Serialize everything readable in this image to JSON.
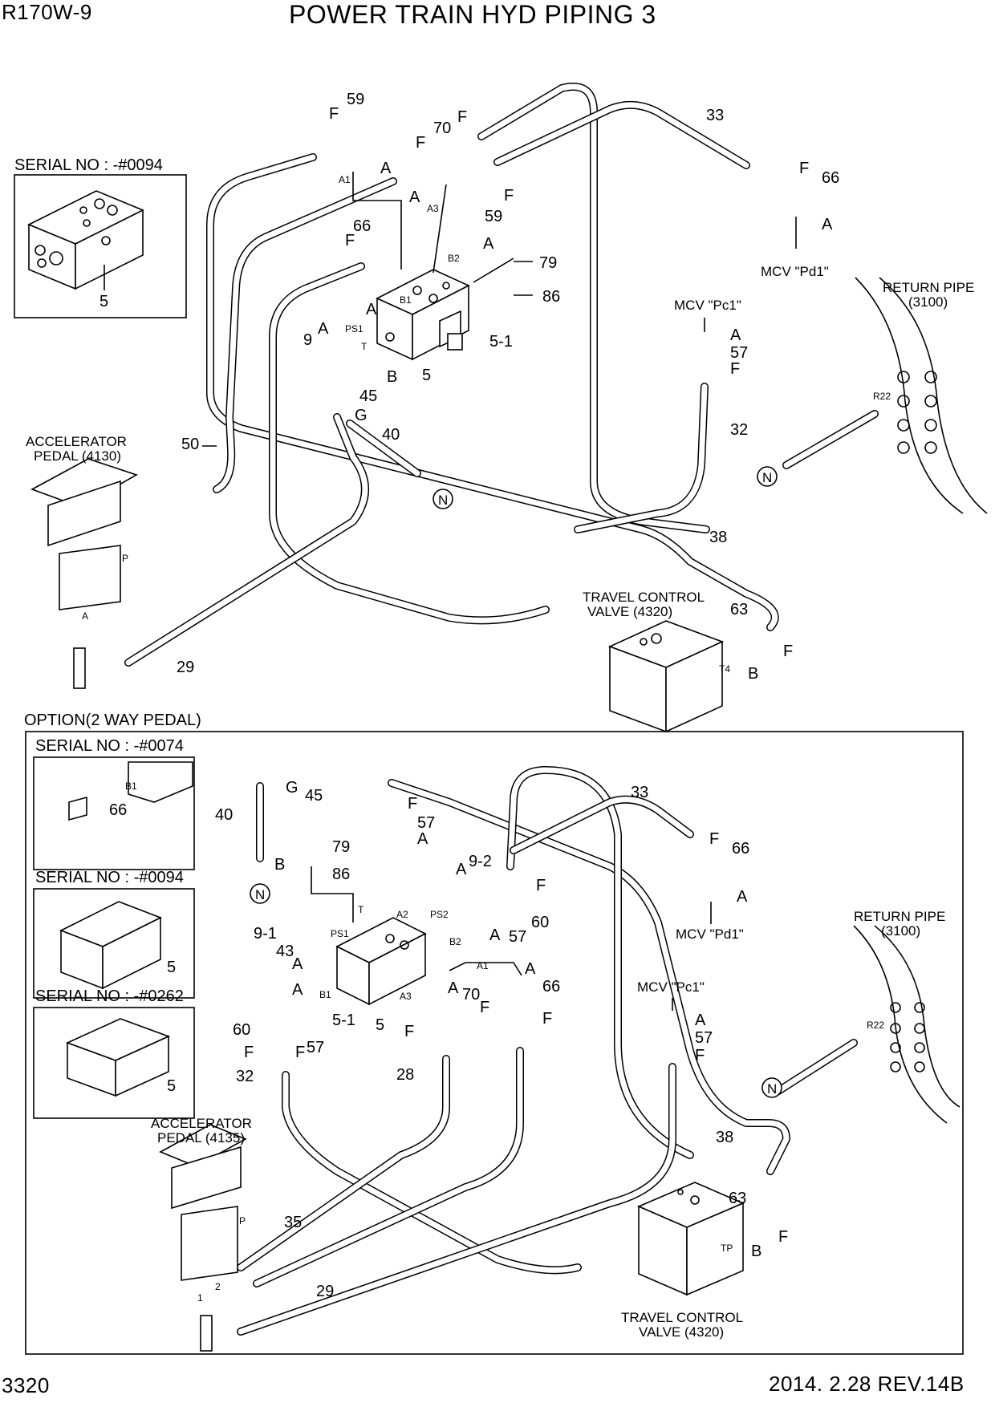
{
  "header": {
    "model": "R170W-9",
    "title": "POWER TRAIN HYD PIPING 3"
  },
  "footer": {
    "page_number": "3320",
    "revision": "2014. 2.28  REV.14B"
  },
  "top_section": {
    "serial_box_label": "SERIAL NO : -#0094",
    "serial_box_part": "5",
    "accelerator_label_1": "ACCELERATOR",
    "accelerator_label_2": "PEDAL (4130)",
    "travel_valve_label_1": "TRAVEL CONTROL",
    "travel_valve_label_2": "VALVE (4320)",
    "return_pipe_label_1": "RETURN PIPE",
    "return_pipe_label_2": "(3100)",
    "mcv_pd1": "MCV \"Pd1\"",
    "mcv_pc1": "MCV \"Pc1\"",
    "connector": "N",
    "port_r22": "R22",
    "callouts": {
      "p59a": "59",
      "p59b": "59",
      "p70": "70",
      "p33": "33",
      "p66a": "66",
      "p66b": "66",
      "p79": "79",
      "p86": "86",
      "p5_1": "5-1",
      "p5": "5",
      "p9": "9",
      "p45": "45",
      "p40": "40",
      "p50": "50",
      "p57": "57",
      "p32": "32",
      "p38": "38",
      "p63": "63",
      "p29": "29"
    },
    "letters": {
      "F": "F",
      "A": "A",
      "B": "B",
      "G": "G"
    },
    "ports": {
      "A1": "A1",
      "A3": "A3",
      "B1": "B1",
      "B2": "B2",
      "PS1": "PS1",
      "T": "T",
      "T4": "T4",
      "P": "P",
      "A": "A"
    }
  },
  "option_section": {
    "title": "OPTION(2 WAY PEDAL)",
    "serial_boxes": [
      {
        "label": "SERIAL NO : -#0074",
        "part": "66",
        "port": "B1"
      },
      {
        "label": "SERIAL NO : -#0094",
        "part": "5"
      },
      {
        "label": "SERIAL NO : -#0262",
        "part": "5"
      }
    ],
    "accelerator_label_1": "ACCELERATOR",
    "accelerator_label_2": "PEDAL (4135)",
    "travel_valve_label_1": "TRAVEL CONTROL",
    "travel_valve_label_2": "VALVE (4320)",
    "return_pipe_label_1": "RETURN PIPE",
    "return_pipe_label_2": "(3100)",
    "mcv_pd1": "MCV  \"Pd1\"",
    "mcv_pc1": "MCV  \"Pc1\"",
    "connector": "N",
    "port_r22": "R22",
    "callouts": {
      "p40": "40",
      "p45": "45",
      "p57a": "57",
      "p79": "79",
      "p86": "86",
      "p9_2": "9-2",
      "p60a": "60",
      "p57b": "57",
      "p9_1": "9-1",
      "p43": "43",
      "p5_1": "5-1",
      "p5": "5",
      "p70": "70",
      "p66a": "66",
      "p33": "33",
      "p66b": "66",
      "p60b": "60",
      "p57c": "57",
      "p32": "32",
      "p28": "28",
      "p57d": "57",
      "p38": "38",
      "p63": "63",
      "p35": "35",
      "p29": "29"
    },
    "letters": {
      "F": "F",
      "A": "A",
      "B": "B",
      "G": "G"
    },
    "ports": {
      "T": "T",
      "A2": "A2",
      "PS2": "PS2",
      "B2": "B2",
      "PS1": "PS1",
      "A1": "A1",
      "A3": "A3",
      "B1": "B1",
      "TP": "TP",
      "P": "P",
      "p1": "1",
      "p2": "2"
    }
  }
}
